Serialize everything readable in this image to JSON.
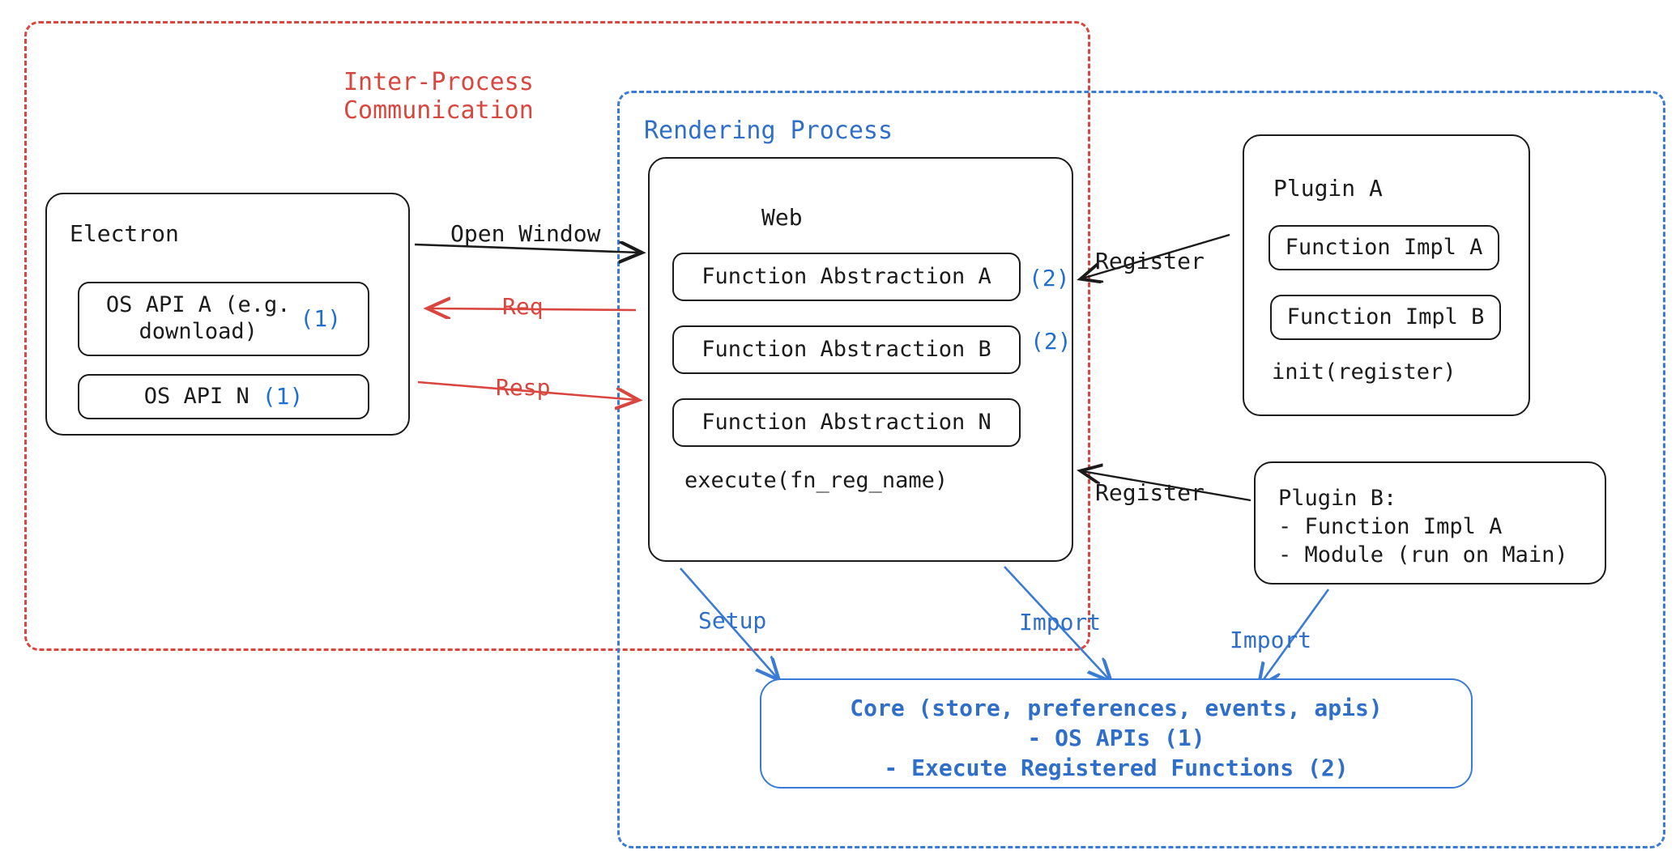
{
  "regions": {
    "ipc": {
      "title": "Inter-Process\nCommunication",
      "color": "#d9463f",
      "style": "dashed"
    },
    "rendering": {
      "title": "Rendering Process",
      "color": "#2f6fc9",
      "style": "dashed"
    }
  },
  "electron": {
    "title": "Electron",
    "items": [
      {
        "label": "OS API A (e.g.\ndownload)",
        "tag": "(1)"
      },
      {
        "label": "OS API N",
        "tag": "(1)"
      }
    ]
  },
  "web": {
    "title": "Web",
    "items": [
      {
        "label": "Function Abstraction A",
        "tag": "(2)"
      },
      {
        "label": "Function Abstraction B",
        "tag": "(2)"
      },
      {
        "label": "Function Abstraction N",
        "tag": ""
      }
    ],
    "note": "execute(fn_reg_name)"
  },
  "plugin_a": {
    "title": "Plugin A",
    "items": [
      {
        "label": "Function Impl A"
      },
      {
        "label": "Function Impl B"
      }
    ],
    "note": "init(register)"
  },
  "plugin_b": {
    "text": "Plugin B:\n- Function Impl A\n- Module (run on Main)"
  },
  "core": {
    "text": "Core (store, preferences, events, apis)\n- OS APIs (1)\n- Execute Registered Functions (2)",
    "color": "#2f6fc9"
  },
  "edges": [
    {
      "id": "open-window",
      "label": "Open Window",
      "color": "#1b1b1b"
    },
    {
      "id": "req",
      "label": "Req",
      "color": "#d9463f"
    },
    {
      "id": "resp",
      "label": "Resp",
      "color": "#d9463f"
    },
    {
      "id": "register-plugin-a",
      "label": "Register",
      "color": "#1b1b1b"
    },
    {
      "id": "register-plugin-b",
      "label": "Register",
      "color": "#1b1b1b"
    },
    {
      "id": "setup",
      "label": "Setup",
      "color": "#2f6fc9"
    },
    {
      "id": "import-web",
      "label": "Import",
      "color": "#2f6fc9"
    },
    {
      "id": "import-plugin-b",
      "label": "Import",
      "color": "#2f6fc9"
    }
  ]
}
